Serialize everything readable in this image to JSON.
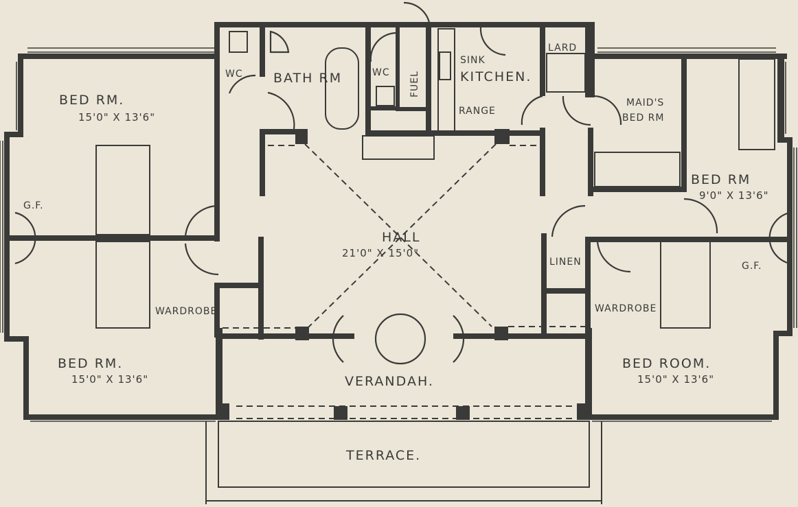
{
  "rooms": {
    "bed_nw": {
      "name": "BED RM.",
      "dims": "15'0\" X 13'6\""
    },
    "bed_sw": {
      "name": "BED RM.",
      "dims": "15'0\" X 13'6\""
    },
    "bed_e": {
      "name": "BED RM",
      "dims": "9'0\" X 13'6\""
    },
    "bed_se": {
      "name": "BED ROOM.",
      "dims": "15'0\" X 13'6\""
    },
    "hall": {
      "name": "HALL",
      "dims": "21'0\" X 15'0\""
    },
    "bath": "BATH RM",
    "wc_left": "WC",
    "wc_right": "WC",
    "fuel": "FUEL",
    "sink": "SINK",
    "kitchen": "KITCHEN.",
    "range": "RANGE",
    "lard": "LARD",
    "maids_1": "MAID'S",
    "maids_2": "BED RM",
    "linen": "LINEN",
    "wardrobe_w": "WARDROBE",
    "wardrobe_e": "WARDROBE",
    "verandah": "VERANDAH.",
    "terrace": "TERRACE.",
    "gf_w": "G.F.",
    "gf_e": "G.F."
  }
}
